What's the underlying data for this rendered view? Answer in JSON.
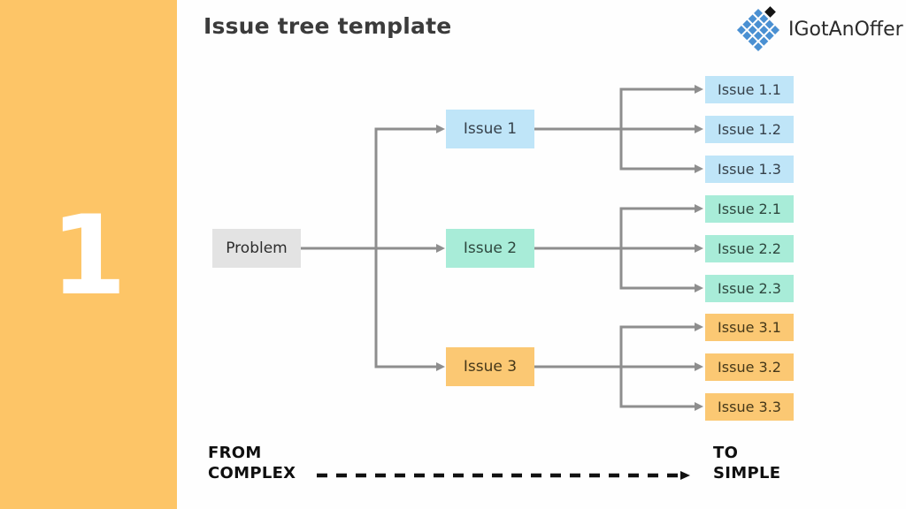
{
  "slide": {
    "number": "1",
    "title": "Issue tree template"
  },
  "brand": {
    "name": "IGotAnOffer"
  },
  "palette": {
    "sidebar_orange": "#fdc567",
    "box_blue": "#bfe5f8",
    "box_mint": "#a8ecd8",
    "box_orange": "#fbc873",
    "box_gray": "#e3e3e3",
    "connector_gray": "#8e8e8e",
    "logo_blue": "#4a90d2",
    "logo_black": "#141414",
    "footer_black": "#0f0f0f"
  },
  "tree": {
    "root": {
      "label": "Problem"
    },
    "level1": [
      {
        "label": "Issue 1"
      },
      {
        "label": "Issue 2"
      },
      {
        "label": "Issue 3"
      }
    ],
    "level2": [
      {
        "label": "Issue 1.1"
      },
      {
        "label": "Issue 1.2"
      },
      {
        "label": "Issue 1.3"
      },
      {
        "label": "Issue 2.1"
      },
      {
        "label": "Issue 2.2"
      },
      {
        "label": "Issue 2.3"
      },
      {
        "label": "Issue 3.1"
      },
      {
        "label": "Issue 3.2"
      },
      {
        "label": "Issue 3.3"
      }
    ]
  },
  "footer": {
    "from": [
      "FROM",
      "COMPLEX"
    ],
    "to": [
      "TO",
      "SIMPLE"
    ]
  }
}
